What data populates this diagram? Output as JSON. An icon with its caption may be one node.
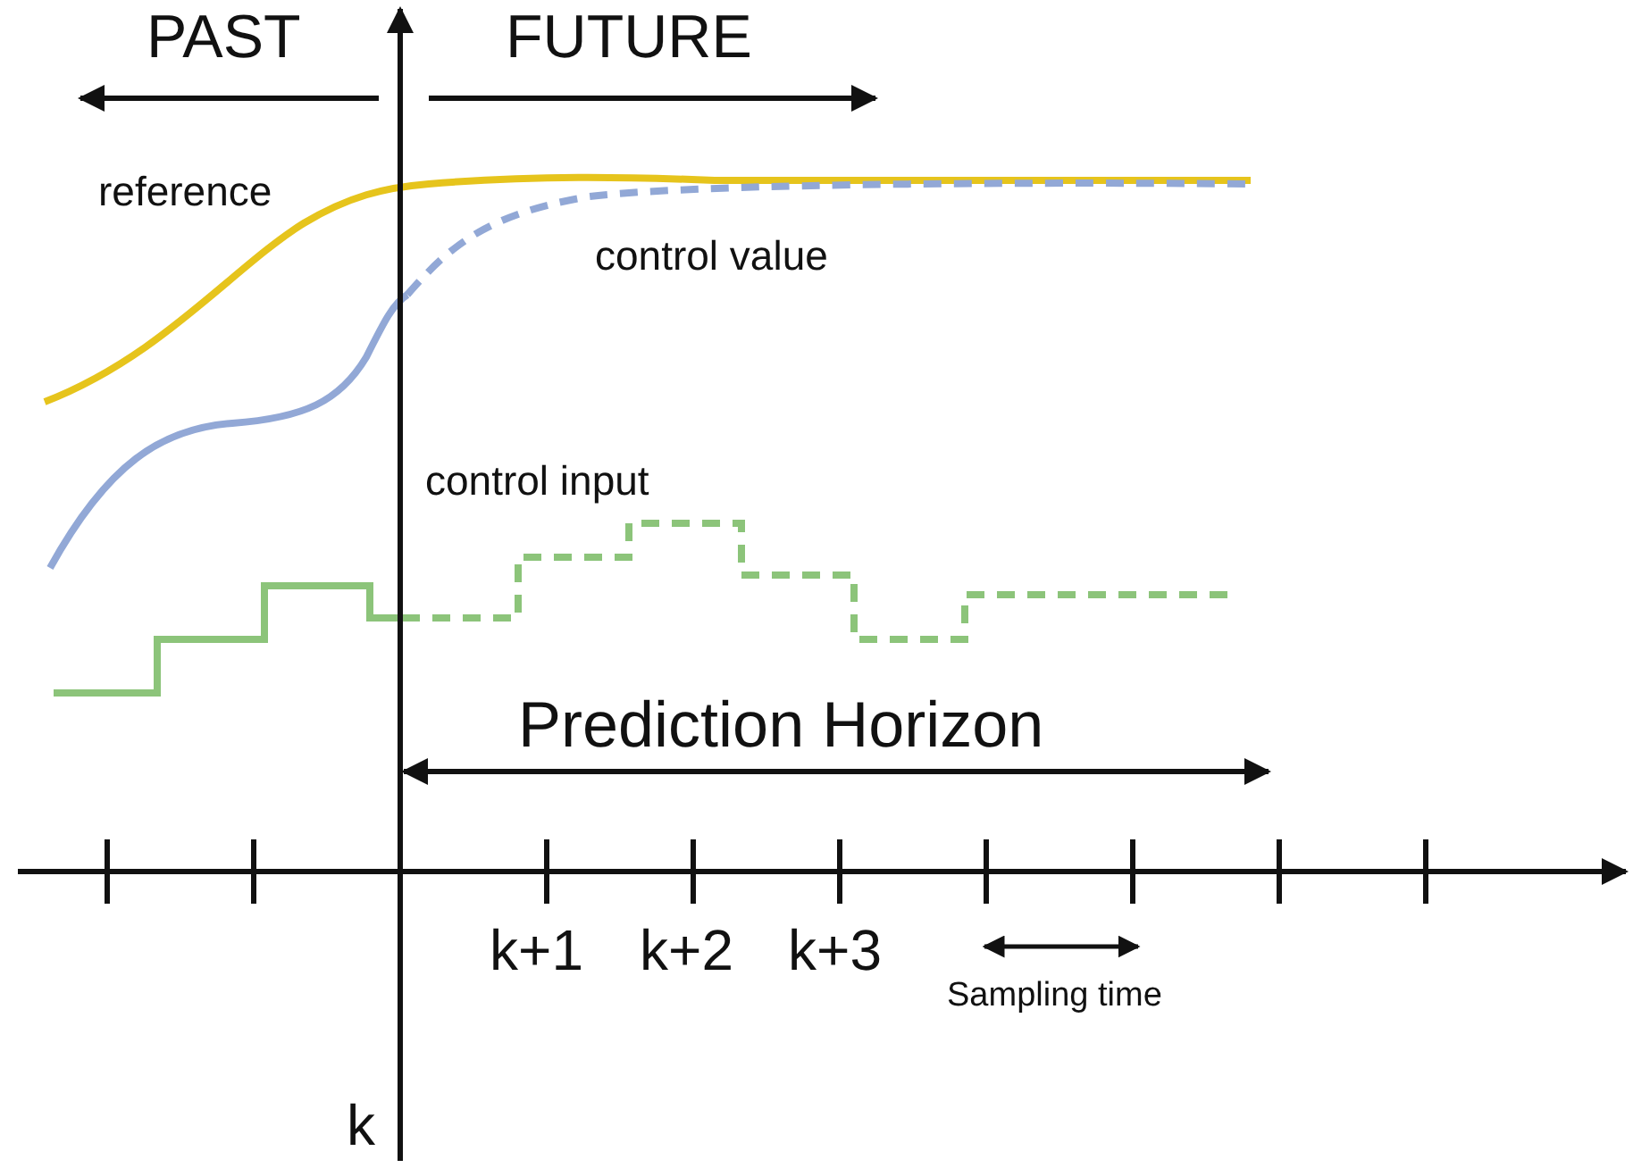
{
  "diagram": {
    "labels": [
      "PAST",
      "FUTURE",
      "reference",
      "control value",
      "control input",
      "Prediction Horizon",
      "k+1",
      "k+2",
      "k+3",
      "Sampling time",
      "k"
    ]
  }
}
